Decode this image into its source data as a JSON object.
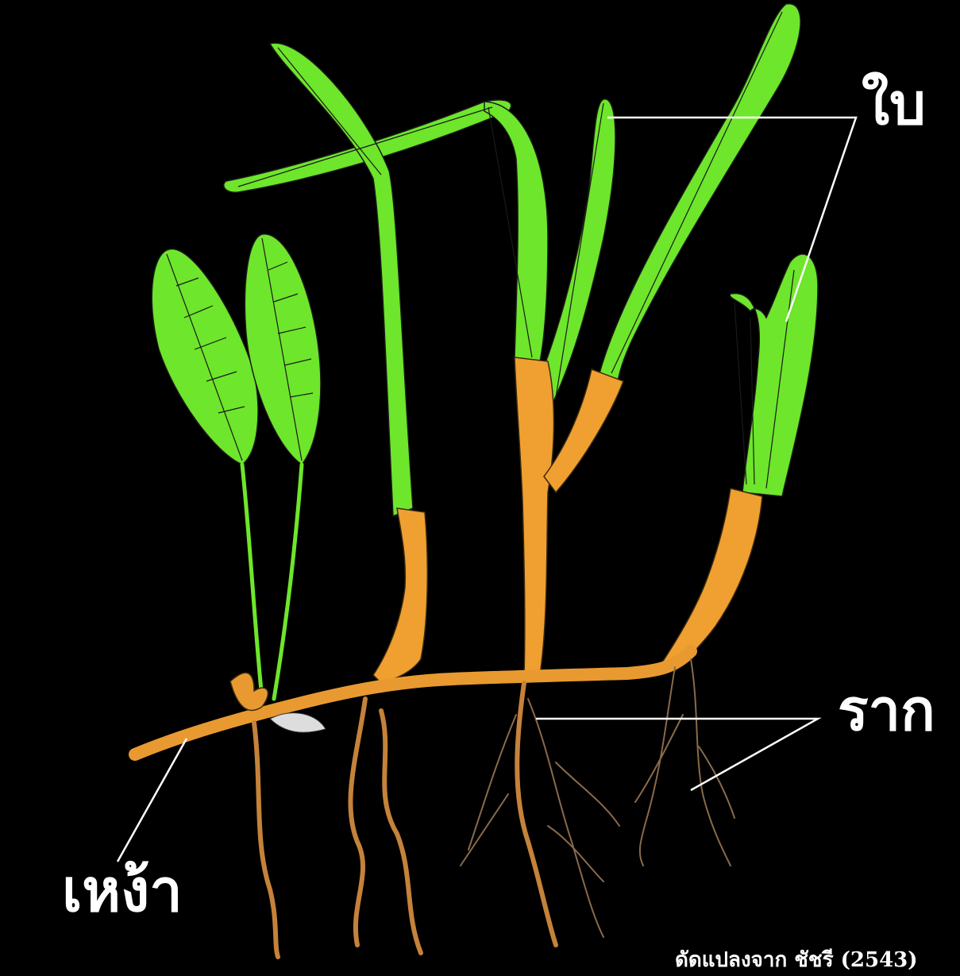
{
  "labels": {
    "leaf": "ใบ",
    "root": "ราก",
    "rhizome": "เหง้า"
  },
  "credit": "ดัดแปลงจาก ชัชรี (2543)",
  "colors": {
    "background": "#000000",
    "leaf": "#6ee62b",
    "sheath": "#f0a030",
    "root": "#c88a3c",
    "line": "#ffffff"
  }
}
